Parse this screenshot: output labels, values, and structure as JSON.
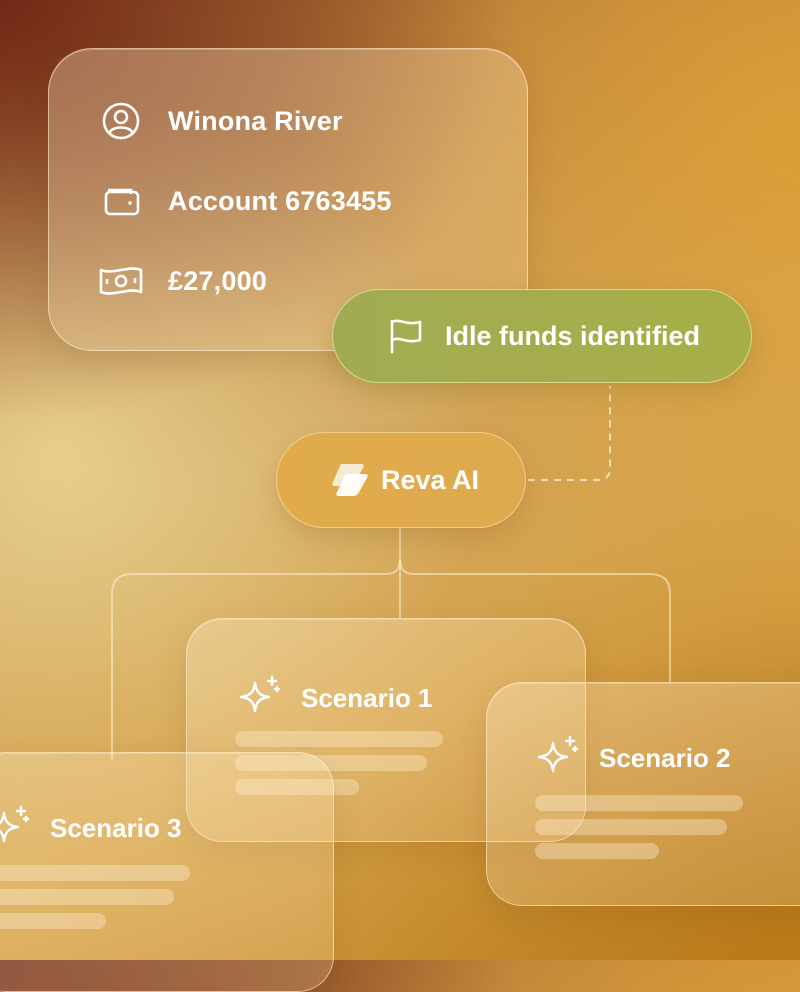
{
  "account": {
    "name": "Winona River",
    "account_label": "Account 6763455",
    "amount": "£27,000",
    "icons": [
      "user-icon",
      "wallet-icon",
      "banknote-icon"
    ]
  },
  "alert": {
    "label": "Idle funds identified",
    "icon": "flag-icon"
  },
  "ai": {
    "label": "Reva AI",
    "icon": "reva-logo-icon"
  },
  "scenarios": [
    {
      "label": "Scenario 1",
      "icon": "sparkles-icon"
    },
    {
      "label": "Scenario 2",
      "icon": "sparkles-icon"
    },
    {
      "label": "Scenario 3",
      "icon": "sparkles-icon"
    }
  ],
  "colors": {
    "alert_green": "#a5ad4d",
    "ai_gold": "#e0ab4d",
    "text": "#ffffff"
  }
}
